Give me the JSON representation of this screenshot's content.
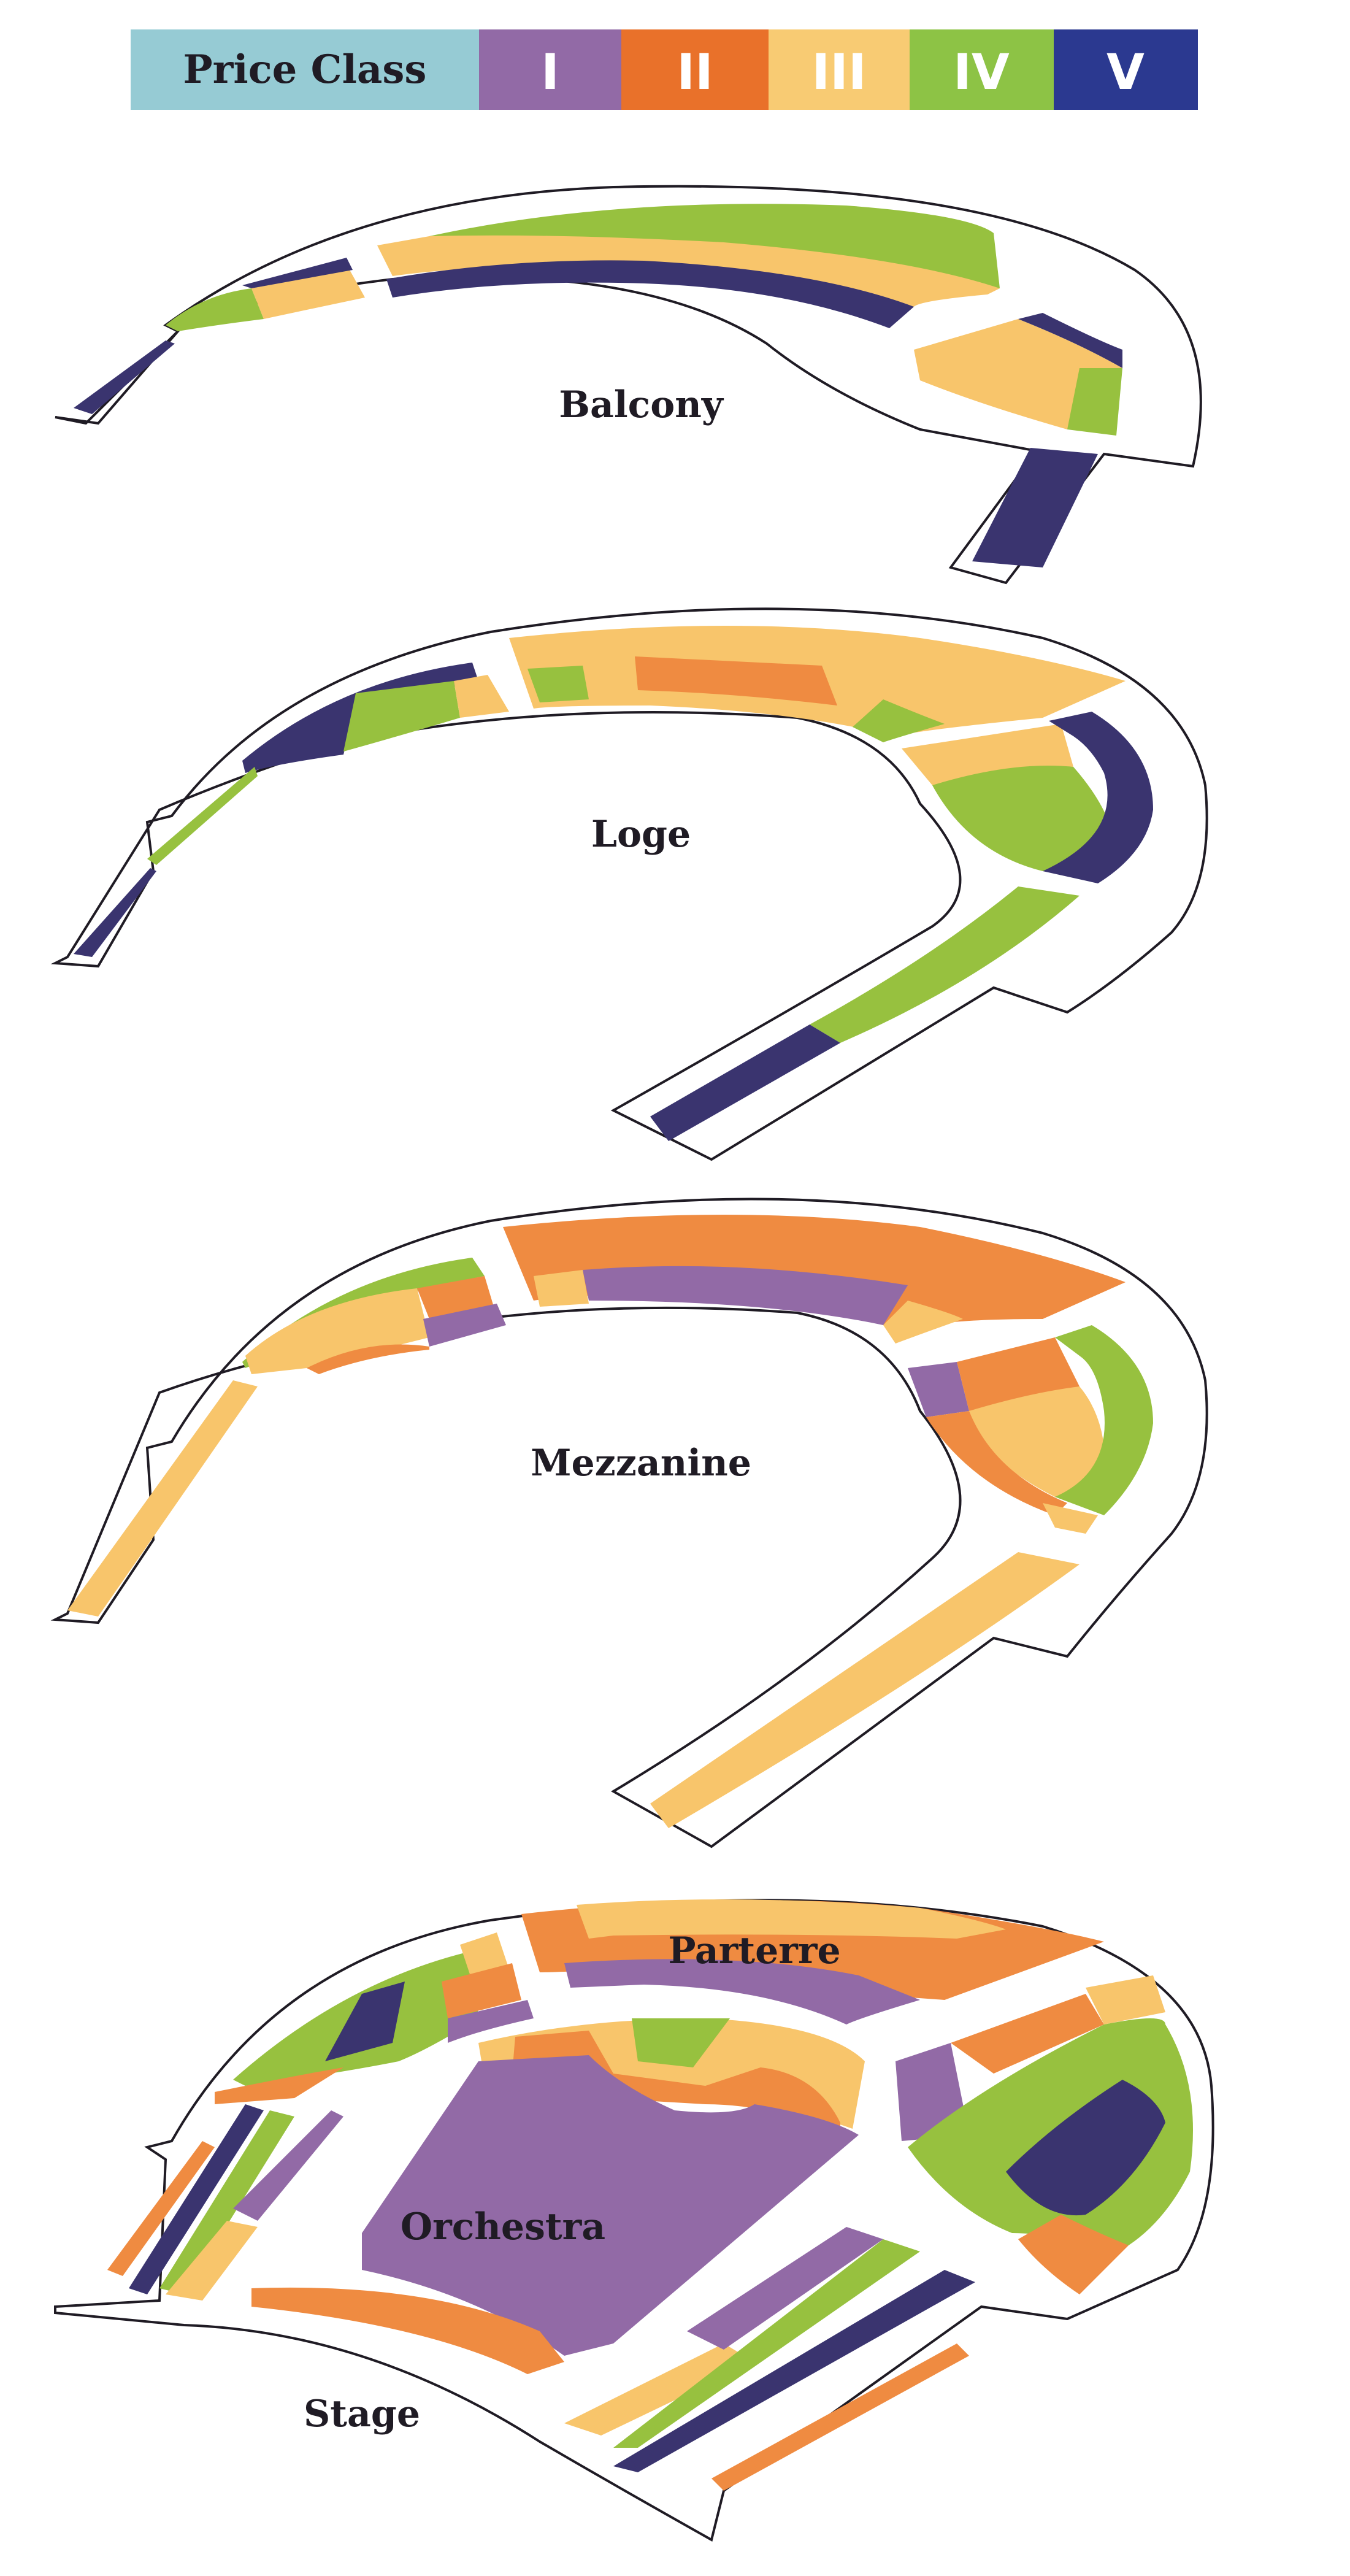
{
  "legend": {
    "title": "Price Class",
    "classes": [
      {
        "label": "I",
        "color": "#926aa6"
      },
      {
        "label": "II",
        "color": "#e9712a"
      },
      {
        "label": "III",
        "color": "#f8cb73"
      },
      {
        "label": "IV",
        "color": "#8dc345"
      },
      {
        "label": "V",
        "color": "#2b3990"
      }
    ],
    "title_color": "#96cbd4"
  },
  "colors": {
    "class_I": "#926aa6",
    "class_II": "#ef8b41",
    "class_III": "#f8c56b",
    "class_IV": "#97c13f",
    "class_V": "#3a346f"
  },
  "levels": {
    "balcony": "Balcony",
    "loge": "Loge",
    "mezzanine": "Mezzanine",
    "parterre": "Parterre",
    "orchestra": "Orchestra",
    "stage": "Stage"
  }
}
